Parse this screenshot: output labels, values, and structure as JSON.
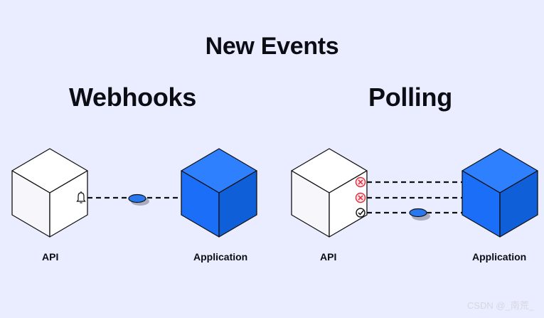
{
  "title": "New Events",
  "webhooks": {
    "heading": "Webhooks",
    "api_label": "API",
    "app_label": "Application"
  },
  "polling": {
    "heading": "Polling",
    "api_label": "API",
    "app_label": "Application",
    "request_statuses": [
      "failed",
      "failed",
      "success"
    ]
  },
  "watermark": "CSDN @_南荒_",
  "colors": {
    "background": "#eaedff",
    "app_cube": "#1a6ef7",
    "api_cube": "#ffffff",
    "event_dot": "#2a78ef",
    "fail": "#e02a3a"
  },
  "icons": {
    "webhook_port": "bell-icon",
    "poll_fail": "x-circle-icon",
    "poll_success": "check-circle-icon"
  }
}
